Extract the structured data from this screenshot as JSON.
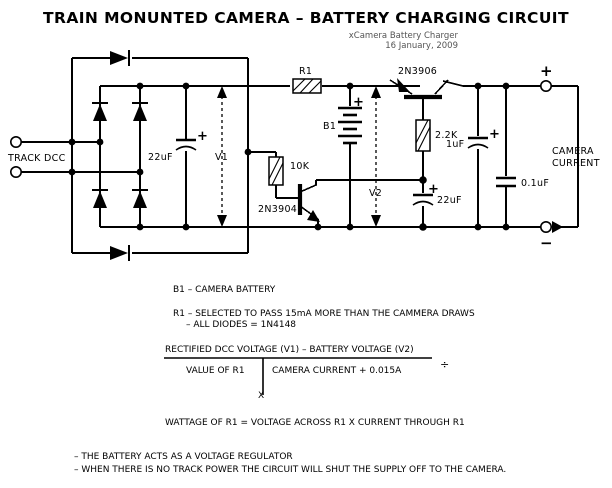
{
  "header": {
    "title": "TRAIN MONUNTED CAMERA – BATTERY CHARGING CIRCUIT",
    "subtitle": "xCamera Battery Charger",
    "date": "16 January, 2009"
  },
  "schematic": {
    "input_terminal_label": "TRACK DCC",
    "output_label_line1": "CAMERA",
    "output_label_line2": "CURRENT",
    "plus_sign": "+",
    "minus_sign": "−",
    "components": {
      "c_input": "22uF",
      "v1": "V1",
      "v2": "V2",
      "r1": "R1",
      "battery": "B1",
      "r_base": "10K",
      "q_npn": "2N3904",
      "q_pnp": "2N3906",
      "r_collector": "2.2K",
      "c_emitter": "22uF",
      "c_out1": "1uF",
      "c_out2": "0.1uF",
      "plus_c_input": "+",
      "plus_battery": "+",
      "plus_c_emitter": "+",
      "plus_c_out1": "+"
    }
  },
  "notes": {
    "line1": "B1 – CAMERA BATTERY",
    "line2": "R1 – SELECTED TO PASS 15mA MORE THAN THE CAMMERA DRAWS",
    "line3": "– ALL DIODES = 1N4148"
  },
  "formula": {
    "numerator": "RECTIFIED DCC VOLTAGE (V1) – BATTERY VOLTAGE (V2)",
    "divide_sign": "÷",
    "denominator_left": "VALUE OF R1",
    "denominator_right": "CAMERA CURRENT + 0.015A",
    "multiply_sign": "X",
    "wattage": "WATTAGE OF R1 = VOLTAGE ACROSS R1 X  CURRENT THROUGH R1"
  },
  "footer": {
    "line1": "– THE BATTERY ACTS AS A VOLTAGE REGULATOR",
    "line2": "– WHEN THERE IS NO TRACK POWER THE CIRCUIT WILL SHUT THE SUPPLY OFF TO THE CAMERA."
  }
}
